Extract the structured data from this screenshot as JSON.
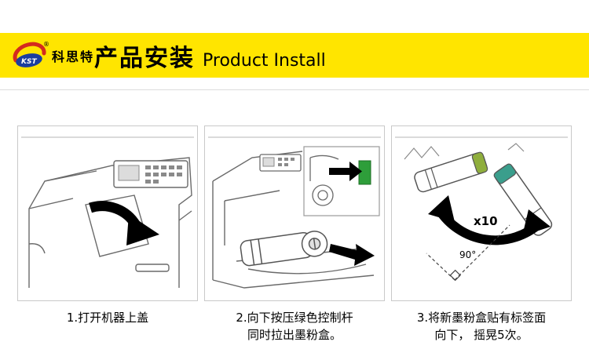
{
  "header": {
    "brand": "科思特",
    "logo_text": "KST",
    "registered_mark": "®",
    "title_cn": "产品安装",
    "title_en": "Product Install"
  },
  "steps": [
    {
      "caption": [
        "1.打开机器上盖",
        ""
      ]
    },
    {
      "caption": [
        "2.向下按压绿色控制杆",
        "同时拉出墨粉盒。"
      ]
    },
    {
      "caption": [
        "3.将新墨粉盒贴有标签面",
        "向下， 摇晃5次。"
      ],
      "annotations": {
        "count": "x10",
        "angle": "90°"
      }
    }
  ],
  "colors": {
    "banner": "#ffe500",
    "lever_green": "#2e9e3a",
    "cartridge_green": "#8fae3c",
    "cartridge_teal": "#3a9e8c",
    "logo_red": "#d42a1e",
    "logo_blue": "#1b3e9e"
  }
}
